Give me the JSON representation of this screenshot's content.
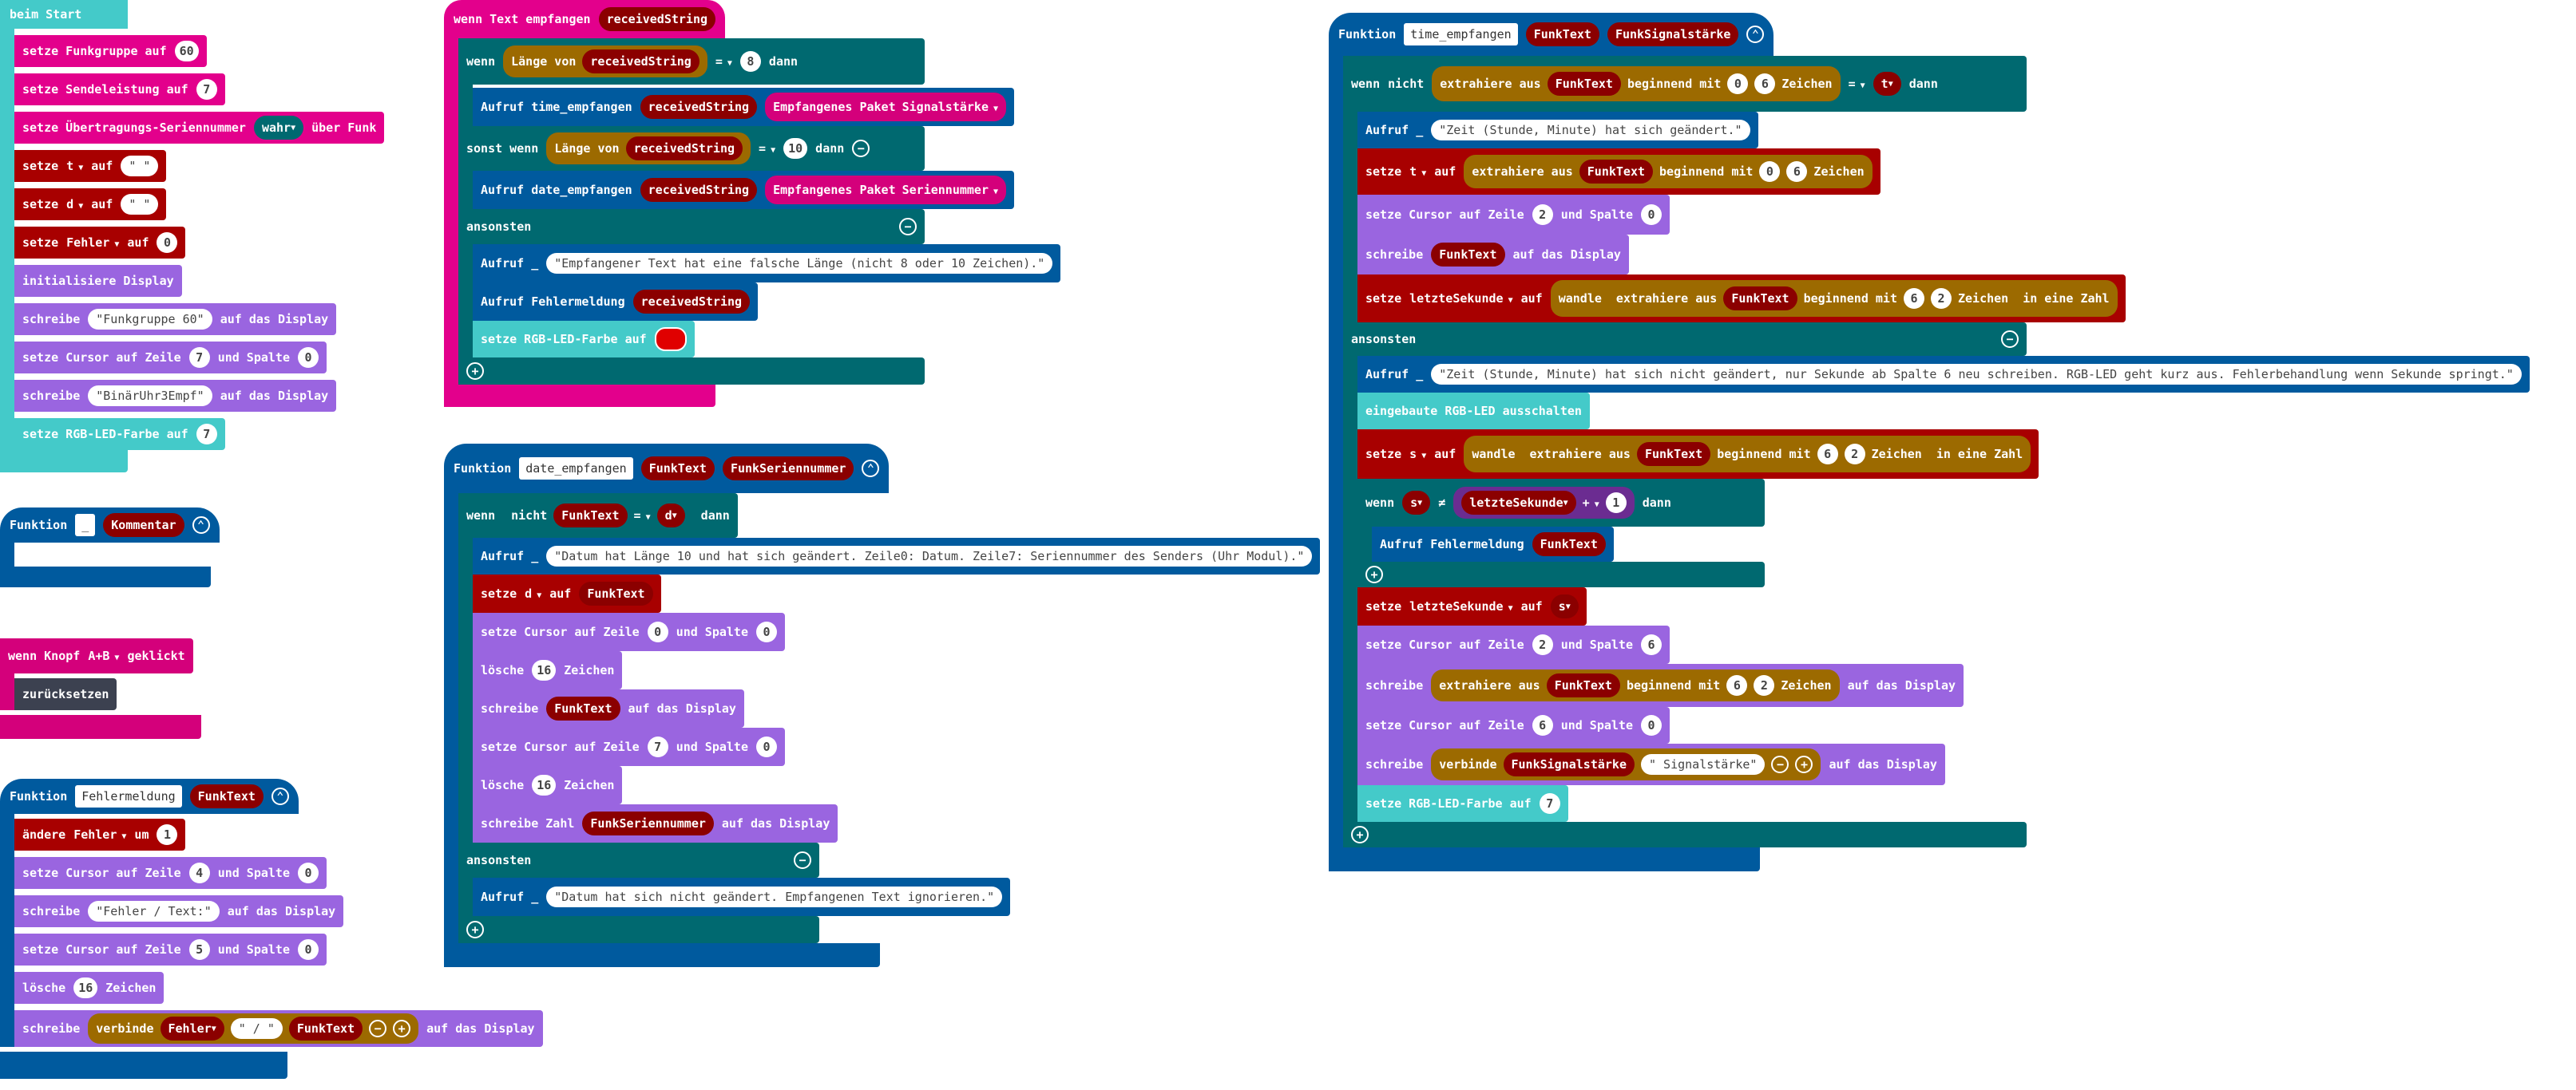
{
  "icons": {
    "plus": "+",
    "minus": "−",
    "collapse": "⌃"
  },
  "colors": {
    "red_led": "#e00000"
  },
  "start": {
    "hat": "beim Start",
    "b1": {
      "label": "setze Funkgruppe auf",
      "val": "60"
    },
    "b2": {
      "label": "setze Sendeleistung auf",
      "val": "7"
    },
    "b3": {
      "label": "setze Übertragungs-Seriennummer",
      "opt": "wahr",
      "tail": "über Funk"
    },
    "b4": {
      "a": "setze",
      "var": "t",
      "b": "auf",
      "val": "\" \""
    },
    "b5": {
      "a": "setze",
      "var": "d",
      "b": "auf",
      "val": "\" \""
    },
    "b6": {
      "a": "setze",
      "var": "Fehler",
      "b": "auf",
      "val": "0"
    },
    "b7": "initialisiere Display",
    "b8": {
      "a": "schreibe",
      "val": "\"Funkgruppe 60\"",
      "b": "auf das Display"
    },
    "b9": {
      "a": "setze Cursor auf Zeile",
      "z": "7",
      "b": "und Spalte",
      "s": "0"
    },
    "b10": {
      "a": "schreibe",
      "val": "\"BinärUhr3Empf\"",
      "b": "auf das Display"
    },
    "b11": {
      "a": "setze RGB-LED-Farbe auf",
      "val": "7"
    }
  },
  "komm": {
    "a": "Funktion",
    "name": "_",
    "param": "Kommentar"
  },
  "knopf": {
    "a": "wenn Knopf",
    "opt": "A+B",
    "b": "geklickt",
    "body": "zurücksetzen"
  },
  "fm": {
    "a": "Funktion",
    "name": "Fehlermeldung",
    "param": "FunkText",
    "b1": {
      "a": "ändere",
      "var": "Fehler",
      "b": "um",
      "val": "1"
    },
    "b2": {
      "a": "setze Cursor auf Zeile",
      "z": "4",
      "b": "und Spalte",
      "s": "0"
    },
    "b3": {
      "a": "schreibe",
      "val": "\"Fehler / Text:\"",
      "b": "auf das Display"
    },
    "b4": {
      "a": "setze Cursor auf Zeile",
      "z": "5",
      "b": "und Spalte",
      "s": "0"
    },
    "b5": {
      "a": "lösche",
      "val": "16",
      "b": "Zeichen"
    },
    "b6": {
      "a": "schreibe",
      "join": "verbinde",
      "v1": "Fehler",
      "v2": "\" / \"",
      "v3": "FunkText",
      "b": "auf das Display"
    }
  },
  "recv": {
    "hat": "wenn Text empfangen",
    "param": "receivedString",
    "if1": {
      "a": "wenn",
      "len": "Länge von",
      "var": "receivedString",
      "op": "=",
      "val": "8",
      "b": "dann"
    },
    "call1": {
      "a": "Aufruf time_empfangen",
      "v": "receivedString",
      "pkt": "Empfangenes Paket",
      "opt": "Signalstärke"
    },
    "if2": {
      "a": "sonst wenn",
      "len": "Länge von",
      "var": "receivedString",
      "op": "=",
      "val": "10",
      "b": "dann"
    },
    "call2": {
      "a": "Aufruf date_empfangen",
      "v": "receivedString",
      "pkt": "Empfangenes Paket",
      "opt": "Seriennummer"
    },
    "else": "ansonsten",
    "c3": {
      "a": "Aufruf _",
      "val": "\"Empfangener Text hat eine falsche Länge (nicht 8 oder 10 Zeichen).\""
    },
    "c4": {
      "a": "Aufruf Fehlermeldung",
      "v": "receivedString"
    },
    "c5": "setze RGB-LED-Farbe auf"
  },
  "date": {
    "a": "Funktion",
    "name": "date_empfangen",
    "p1": "FunkText",
    "p2": "FunkSeriennummer",
    "if": {
      "a": "wenn",
      "not": "nicht",
      "v": "FunkText",
      "op": "=",
      "d": "d",
      "b": "dann"
    },
    "c1": {
      "a": "Aufruf _",
      "val": "\"Datum hat Länge 10 und hat sich geändert. Zeile0: Datum. Zeile7: Seriennummer des Senders (Uhr Modul).\""
    },
    "c2": {
      "a": "setze",
      "var": "d",
      "b": "auf",
      "v": "FunkText"
    },
    "c3": {
      "a": "setze Cursor auf Zeile",
      "z": "0",
      "b": "und Spalte",
      "s": "0"
    },
    "c4": {
      "a": "lösche",
      "val": "16",
      "b": "Zeichen"
    },
    "c5": {
      "a": "schreibe",
      "v": "FunkText",
      "b": "auf das Display"
    },
    "c6": {
      "a": "setze Cursor auf Zeile",
      "z": "7",
      "b": "und Spalte",
      "s": "0"
    },
    "c7": {
      "a": "lösche",
      "val": "16",
      "b": "Zeichen"
    },
    "c8": {
      "a": "schreibe Zahl",
      "v": "FunkSeriennummer",
      "b": "auf das Display"
    },
    "else": "ansonsten",
    "c9": {
      "a": "Aufruf _",
      "val": "\"Datum hat sich nicht geändert. Empfangenen Text ignorieren.\""
    }
  },
  "time": {
    "a": "Funktion",
    "name": "time_empfangen",
    "p1": "FunkText",
    "p2": "FunkSignalstärke",
    "if": {
      "a": "wenn",
      "not": "nicht",
      "ex": "extrahiere aus",
      "v": "FunkText",
      "bm": "beginnend mit",
      "n1": "0",
      "n2": "6",
      "z": "Zeichen",
      "op": "=",
      "t": "t",
      "b": "dann"
    },
    "c1": {
      "a": "Aufruf _",
      "val": "\"Zeit (Stunde, Minute) hat sich geändert.\""
    },
    "c2": {
      "a": "setze",
      "var": "t",
      "b": "auf",
      "ex": "extrahiere aus",
      "v": "FunkText",
      "bm": "beginnend mit",
      "n1": "0",
      "n2": "6",
      "z": "Zeichen"
    },
    "c3": {
      "a": "setze Cursor auf Zeile",
      "z": "2",
      "b": "und Spalte",
      "s": "0"
    },
    "c4": {
      "a": "schreibe",
      "v": "FunkText",
      "b": "auf das Display"
    },
    "c5": {
      "a": "setze",
      "var": "letzteSekunde",
      "b": "auf",
      "w": "wandle",
      "ex": "extrahiere aus",
      "v": "FunkText",
      "bm": "beginnend mit",
      "n1": "6",
      "n2": "2",
      "z": "Zeichen",
      "iz": "in eine Zahl"
    },
    "else": "ansonsten",
    "e1": {
      "a": "Aufruf _",
      "val": "\"Zeit (Stunde, Minute) hat sich nicht geändert, nur Sekunde ab Spalte 6 neu schreiben. RGB-LED geht kurz aus. Fehlerbehandlung wenn Sekunde springt.\""
    },
    "e2": "eingebaute RGB-LED ausschalten",
    "e3": {
      "a": "setze",
      "var": "s",
      "b": "auf",
      "w": "wandle",
      "ex": "extrahiere aus",
      "v": "FunkText",
      "bm": "beginnend mit",
      "n1": "6",
      "n2": "2",
      "z": "Zeichen",
      "iz": "in eine Zahl"
    },
    "e4": {
      "a": "wenn",
      "s": "s",
      "op": "≠",
      "ls": "letzteSekunde",
      "plus": "+",
      "one": "1",
      "b": "dann"
    },
    "e5": {
      "a": "Aufruf Fehlermeldung",
      "v": "FunkText"
    },
    "e6": {
      "a": "setze",
      "var": "letzteSekunde",
      "b": "auf",
      "s": "s"
    },
    "e7": {
      "a": "setze Cursor auf Zeile",
      "z": "2",
      "b": "und Spalte",
      "s": "6"
    },
    "e8": {
      "a": "schreibe",
      "ex": "extrahiere aus",
      "v": "FunkText",
      "bm": "beginnend mit",
      "n1": "6",
      "n2": "2",
      "z": "Zeichen",
      "b": "auf das Display"
    },
    "e9": {
      "a": "setze Cursor auf Zeile",
      "z": "6",
      "b": "und Spalte",
      "s": "0"
    },
    "e10": {
      "a": "schreibe",
      "join": "verbinde",
      "v": "FunkSignalstärke",
      "str": "\" Signalstärke\"",
      "b": "auf das Display"
    },
    "e11": {
      "a": "setze RGB-LED-Farbe auf",
      "val": "7"
    }
  }
}
